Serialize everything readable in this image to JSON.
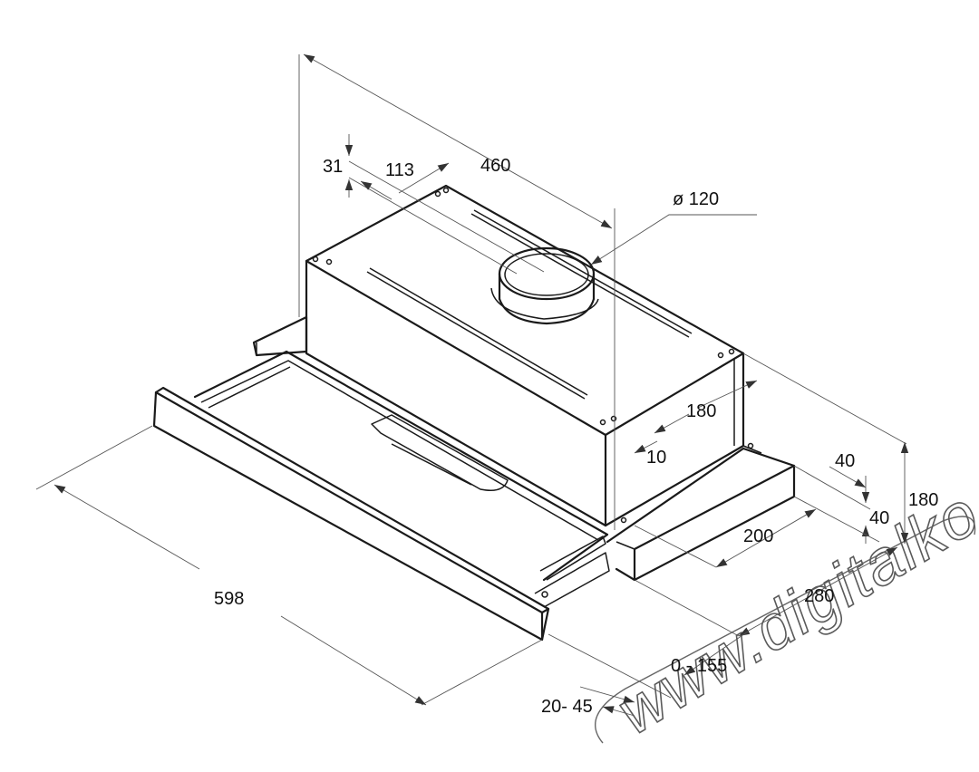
{
  "dimensions": {
    "depth_total": "460",
    "top_offset": "113",
    "top_height": "31",
    "duct_diameter": "ø 120",
    "duct_side": "180",
    "duct_edge": "10",
    "step_depth": "40",
    "step_height": "40",
    "total_height": "180",
    "side_length": "200",
    "rail_length": "280",
    "extension": "0 - 155",
    "front_offset": "20- 45",
    "width": "598"
  },
  "watermark": "www.digitalko.hu",
  "colors": {
    "line": "#1a1a1a",
    "background": "#ffffff"
  }
}
